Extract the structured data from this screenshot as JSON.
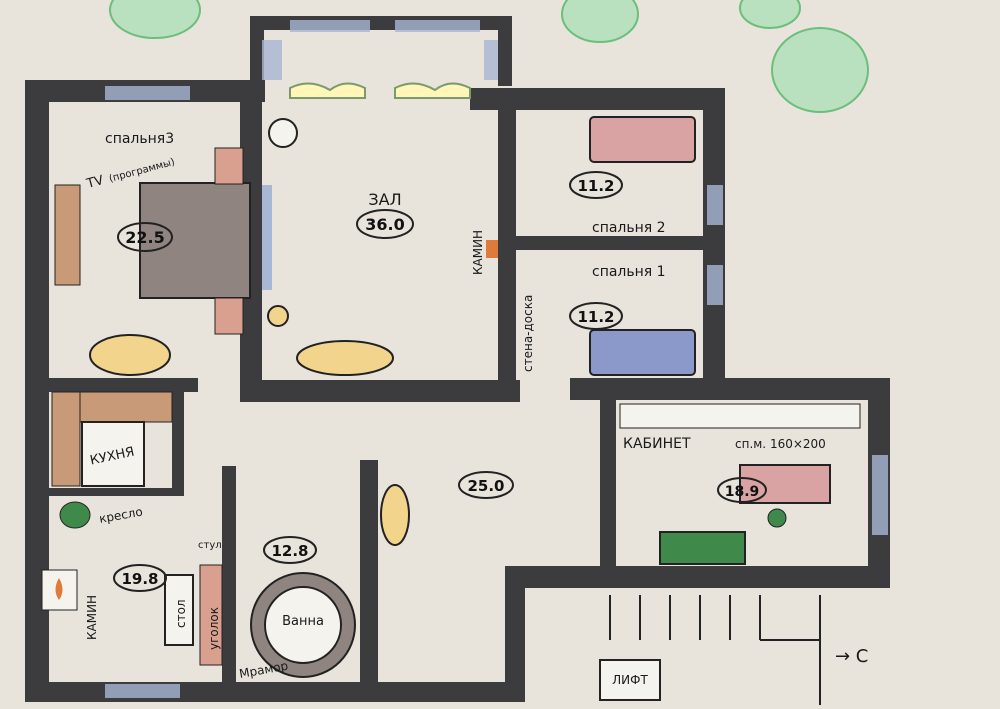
{
  "rooms": {
    "bedroom3": {
      "name": "спальня3",
      "area": "22.5",
      "tv_note": "TV",
      "tv_note2": "(программы)"
    },
    "hall": {
      "name": "ЗАЛ",
      "area": "36.0"
    },
    "bedroom2": {
      "name": "спальня 2",
      "area": "11.2"
    },
    "bedroom1": {
      "name": "спальня 1",
      "area": "11.2"
    },
    "kitchen": {
      "name": "КУХНЯ"
    },
    "dining": {
      "area": "19.8",
      "fireplace": "КАМИН",
      "armchair": "кресло",
      "chair": "стул",
      "table": "стол",
      "corner": "уголок"
    },
    "bathroom": {
      "area": "12.8",
      "tub": "Ванна",
      "marble": "Мрамор"
    },
    "corridor": {
      "area": "25.0"
    },
    "cabinet": {
      "name": "КАБИНЕТ",
      "bed_note": "сп.м. 160×200",
      "area": "18.9"
    },
    "hall_fireplace": "КАМИН",
    "board_wall": "стена-доска",
    "lift": "ЛИФТ",
    "exit_arrow": "→ C"
  },
  "colors": {
    "paper": "#e8e4dc",
    "wall": "#3c3c3e",
    "window": "#a8b7d4",
    "bed_pink": "#d9a3a3",
    "bed_blue": "#8a99c9",
    "sofa_yellow": "#f2d48c",
    "wood": "#c99a78",
    "tree": "#6bbf7a",
    "green": "#3f8a4a"
  }
}
